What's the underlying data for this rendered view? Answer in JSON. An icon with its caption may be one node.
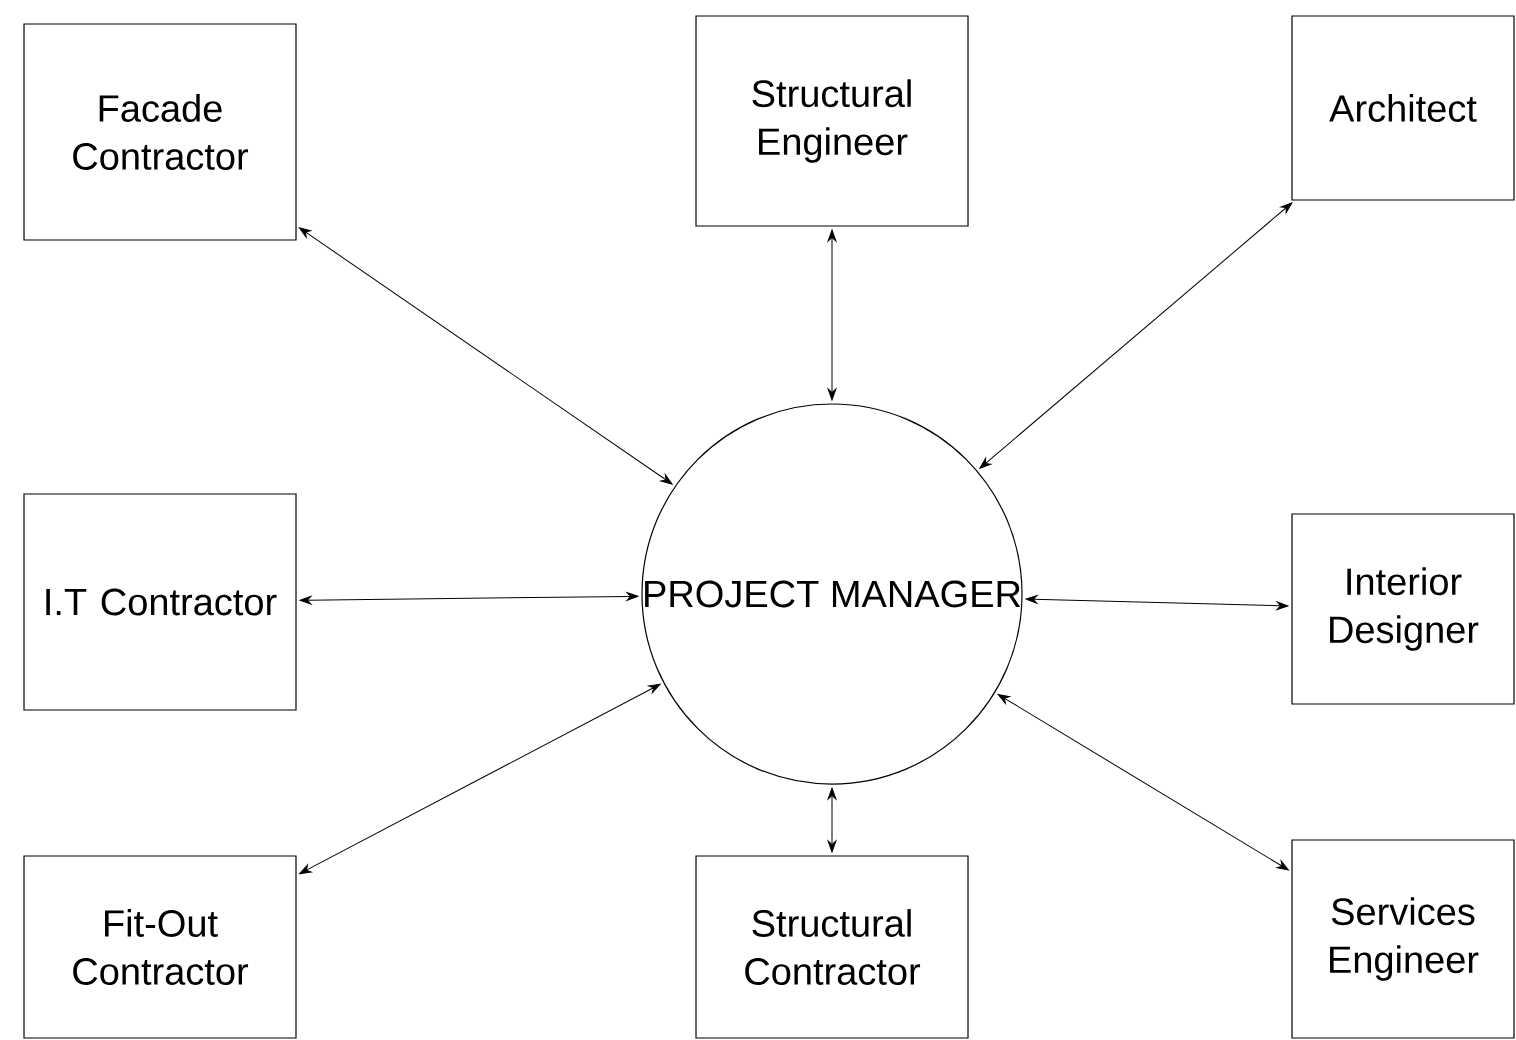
{
  "diagram": {
    "nodes": [
      {
        "text": [
          "Facade Contractor"
        ]
      },
      {
        "text": [
          "Structural Engineer"
        ]
      },
      {
        "text": [
          "Architect"
        ]
      },
      {
        "text": [
          "I.T Contractor"
        ]
      },
      {
        "text": [
          "PROJECT MANAGER"
        ]
      },
      {
        "text": [
          "Interior Designer"
        ]
      },
      {
        "text": [
          "Fit-Out Contractor"
        ]
      },
      {
        "text": [
          "Structural Contractor"
        ]
      },
      {
        "text": [
          "Services Engineer"
        ]
      }
    ],
    "edges": [
      {
        "from": 4,
        "to": 0,
        "arrow": "both"
      },
      {
        "from": 4,
        "to": 1,
        "arrow": "both"
      },
      {
        "from": 4,
        "to": 2,
        "arrow": "both"
      },
      {
        "from": 4,
        "to": 3,
        "arrow": "both"
      },
      {
        "from": 4,
        "to": 5,
        "arrow": "both"
      },
      {
        "from": 4,
        "to": 6,
        "arrow": "both"
      },
      {
        "from": 4,
        "to": 7,
        "arrow": "both"
      },
      {
        "from": 4,
        "to": 8,
        "arrow": "both"
      }
    ]
  }
}
